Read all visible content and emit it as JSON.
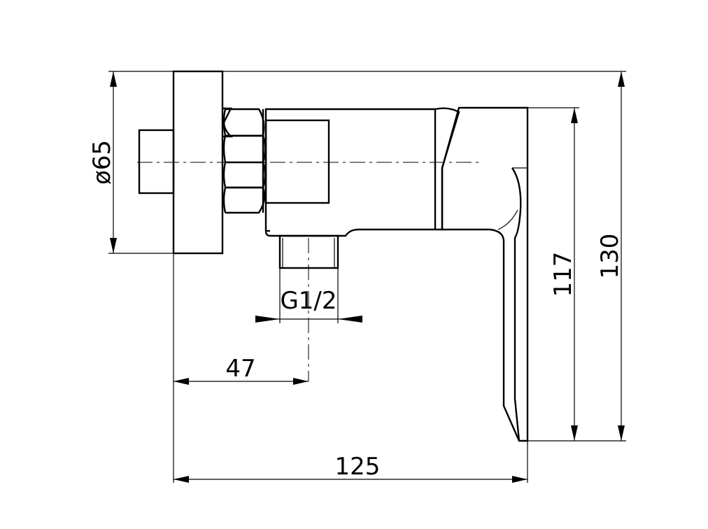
{
  "dimensions": {
    "flange_diameter": "ø65",
    "thread_size": "G1/2",
    "inlet_offset": "47",
    "overall_length": "125",
    "lever_height": "117",
    "overall_height": "130"
  }
}
